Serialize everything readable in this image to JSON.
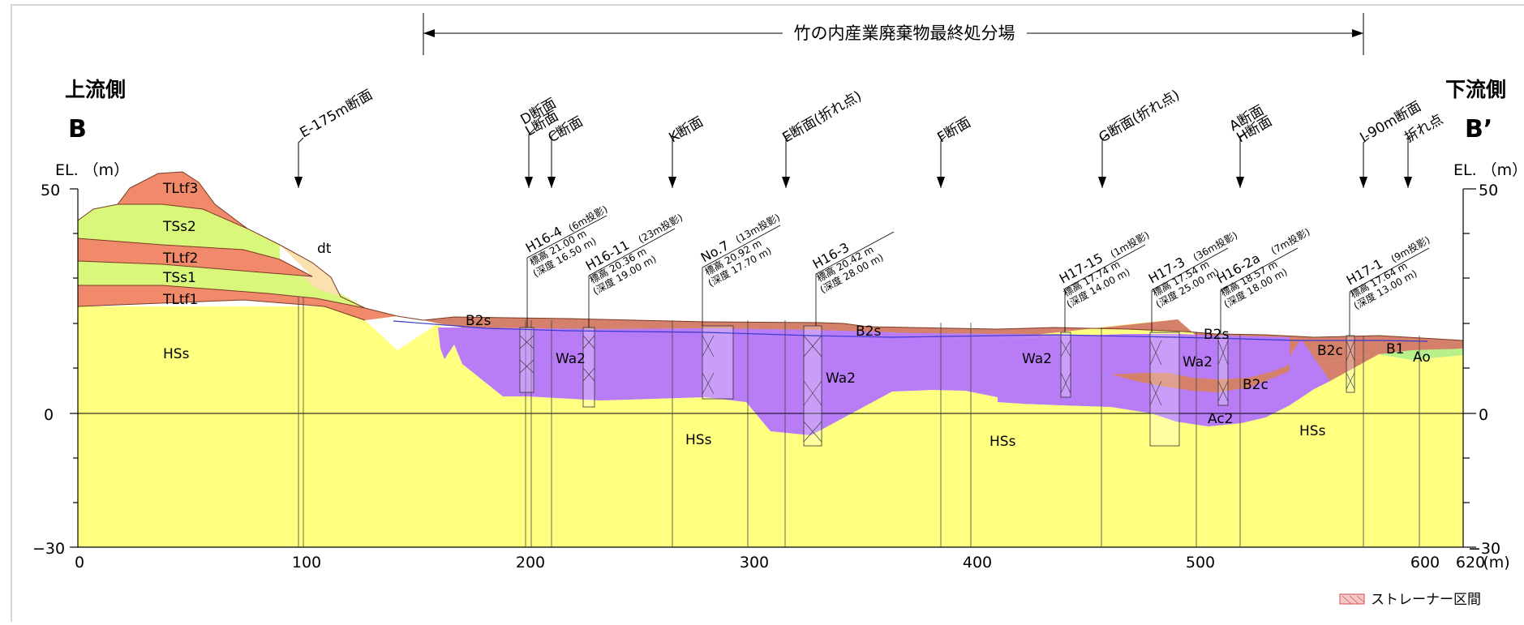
{
  "title": "竹の内産業廃棄物最終処分場",
  "upstream_label": "上流側",
  "downstream_label": "下流側",
  "section_start": "B",
  "section_end": "B’",
  "el_unit_left": "EL. （m）",
  "el_unit_right": "EL. （m）",
  "y_ticks": [
    "50",
    "0",
    "−30"
  ],
  "x_ticks": [
    "0",
    "100",
    "200",
    "300",
    "400",
    "500",
    "600",
    "620"
  ],
  "x_unit": "(m)",
  "section_marks": [
    {
      "id": "e175",
      "label": "E-175m断面"
    },
    {
      "id": "d",
      "label": "D断面"
    },
    {
      "id": "l",
      "label": "L断面"
    },
    {
      "id": "c",
      "label": "C断面"
    },
    {
      "id": "k",
      "label": "K断面"
    },
    {
      "id": "e",
      "label": "E断面(折れ点)"
    },
    {
      "id": "f",
      "label": "F断面"
    },
    {
      "id": "g",
      "label": "G断面(折れ点)"
    },
    {
      "id": "a",
      "label": "A断面"
    },
    {
      "id": "h",
      "label": "H断面"
    },
    {
      "id": "i90",
      "label": "I-90m断面"
    },
    {
      "id": "bend",
      "label": "折れ点"
    }
  ],
  "boreholes": [
    {
      "name": "H16-4",
      "proj": "(6m投影)",
      "elev": "標高 21.00 m",
      "depth": "(深度 16.50 m)"
    },
    {
      "name": "H16-11",
      "proj": "(23m投影)",
      "elev": "標高 20.36 m",
      "depth": "(深度 19.00 m)"
    },
    {
      "name": "No.7",
      "proj": "(13m投影)",
      "elev": "標高 20.92 m",
      "depth": "(深度 17.70 m)"
    },
    {
      "name": "H16-3",
      "proj": "",
      "elev": "標高 20.42 m",
      "depth": "(深度 28.00 m)"
    },
    {
      "name": "H17-15",
      "proj": "(1m投影)",
      "elev": "標高 17.74 m",
      "depth": "(深度 14.00 m)"
    },
    {
      "name": "H17-3",
      "proj": "(36m投影)",
      "elev": "標高 17.54 m",
      "depth": "(深度 25.00 m)"
    },
    {
      "name": "H16-2a",
      "proj": "(7m投影)",
      "elev": "標高 18.57 m",
      "depth": "(深度 18.00 m)"
    },
    {
      "name": "H17-1",
      "proj": "(9m投影)",
      "elev": "標高 17.64 m",
      "depth": "(深度 13.00 m)"
    }
  ],
  "layers": {
    "tltf3": "TLtf3",
    "tss2": "TSs2",
    "tltf2": "TLtf2",
    "tss1": "TSs1",
    "tltf1": "TLtf1",
    "dt": "dt",
    "hss": "HSs",
    "b2s": "B2s",
    "wa2": "Wa2",
    "b2c": "B2c",
    "b1": "B1",
    "ao": "Ao",
    "ac2": "Ac2"
  },
  "legend": {
    "label": "ストレーナー区間"
  },
  "colors": {
    "hss": "#ffff80",
    "tss": "#d9f77a",
    "tltf": "#f08a6a",
    "dt": "#fbe0b0",
    "b2": "#d4806a",
    "wa2": "#b97cf7",
    "ac2": "#66ccf5",
    "ao": "#b8f08a"
  }
}
